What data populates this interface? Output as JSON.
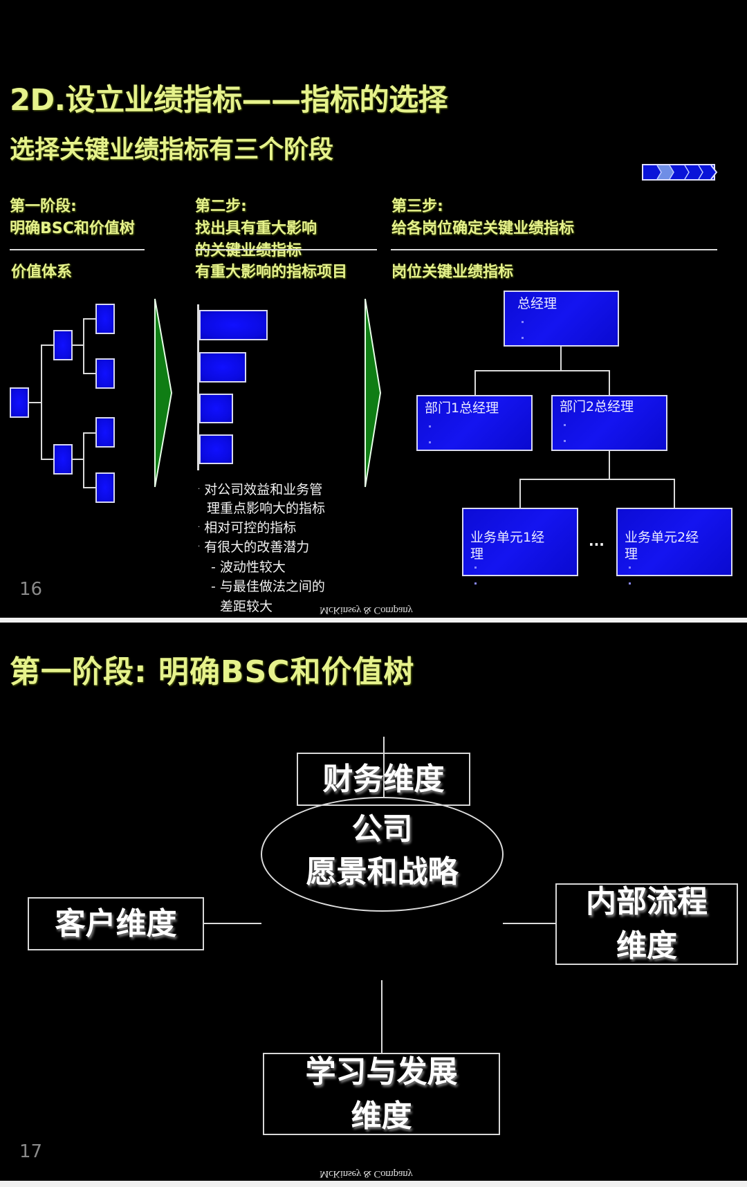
{
  "slide16": {
    "title": "2D.设立业绩指标——指标的选择",
    "subtitle": "选择关键业绩指标有三个阶段",
    "progress_chevrons": {
      "count": 5,
      "active_index": 1,
      "colors": {
        "normal": "#0a14d8",
        "active": "#6f8ee6",
        "border": "#e0e0ff"
      }
    },
    "columns": [
      {
        "label": "第一阶段:",
        "desc": "明确BSC和价值树",
        "subheading": "价值体系"
      },
      {
        "label": "第二步:",
        "desc_line1": "找出具有重大影响",
        "desc_line2": "的关键业绩指标",
        "subheading": "有重大影响的指标项目"
      },
      {
        "label": "第三步:",
        "desc": "给各岗位确定关键业绩指标",
        "subheading": "岗位关键业绩指标"
      }
    ],
    "bar_values": [
      100,
      69,
      50,
      50
    ],
    "bullets": [
      {
        "type": "bullet",
        "text": "对公司效益和业务管"
      },
      {
        "type": "cont",
        "text": "理重点影响大的指标"
      },
      {
        "type": "bullet",
        "text": "相对可控的指标"
      },
      {
        "type": "bullet",
        "text": "有很大的改善潜力"
      },
      {
        "type": "dash",
        "text": "波动性较大"
      },
      {
        "type": "dash",
        "text": "与最佳做法之间的"
      },
      {
        "type": "cont2",
        "text": "差距较大"
      }
    ],
    "org_chart": {
      "top": "总经理",
      "level2": [
        "部门1总经理",
        "部门2总经理"
      ],
      "level3": [
        "业务单元1经\n理",
        "业务单元2经\n理"
      ],
      "ellipsis": "..."
    },
    "page_number": "16",
    "footer_logo": "McKinsey & Company"
  },
  "slide17": {
    "title": "第一阶段: 明确BSC和价值树",
    "center": {
      "line1": "公司",
      "line2": "愿景和战略"
    },
    "dimensions": {
      "top": "财务维度",
      "left": "客户维度",
      "right_line1": "内部流程",
      "right_line2": "维度",
      "bottom_line1": "学习与发展",
      "bottom_line2": "维度"
    },
    "page_number": "17",
    "footer_logo": "McKinsey & Company"
  },
  "colors": {
    "background": "#000000",
    "title_yellow": "#e6f28c",
    "box_blue": "#1010f0",
    "arrow_green": "#0f7d14",
    "line_white": "#dcdcdc"
  }
}
